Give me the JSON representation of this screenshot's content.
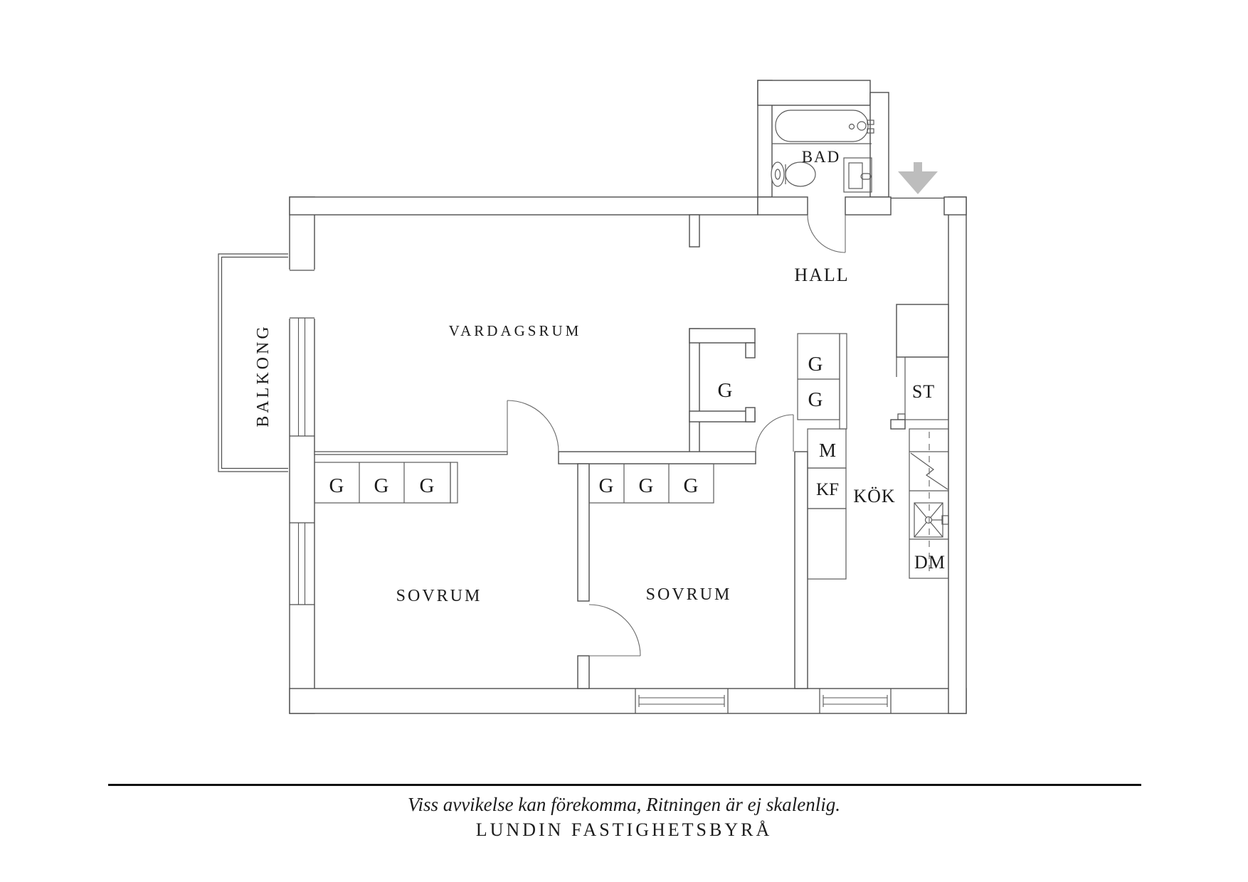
{
  "plan": {
    "rooms": {
      "balcony": "BALKONG",
      "living_room": "VARDAGSRUM",
      "hall": "HALL",
      "bathroom": "BAD",
      "bedroom_1": "SOVRUM",
      "bedroom_2": "SOVRUM",
      "kitchen": "KÖK"
    },
    "closets": {
      "bedroom_1_row": [
        "G",
        "G",
        "G"
      ],
      "bedroom_2_row": [
        "G",
        "G",
        "G"
      ],
      "hall_stack": [
        "G",
        "G"
      ],
      "walk_in": "G",
      "st_unit": "ST"
    },
    "appliances": {
      "m_unit": "M",
      "kf_unit": "KF",
      "dm_unit": "DM"
    }
  },
  "icons": {
    "entrance_arrow": {
      "name": "entrance-arrow",
      "direction": "down"
    }
  },
  "footer": {
    "disclaimer": "Viss avvikelse kan förekomma, Ritningen är ej skalenlig.",
    "company": "LUNDIN FASTIGHETSBYRÅ"
  },
  "colors": {
    "background": "#ffffff",
    "wall_line": "#4d4d4d",
    "text": "#1b1b1b",
    "arrow": "#bdbdbd",
    "footer_rule": "#111111"
  }
}
